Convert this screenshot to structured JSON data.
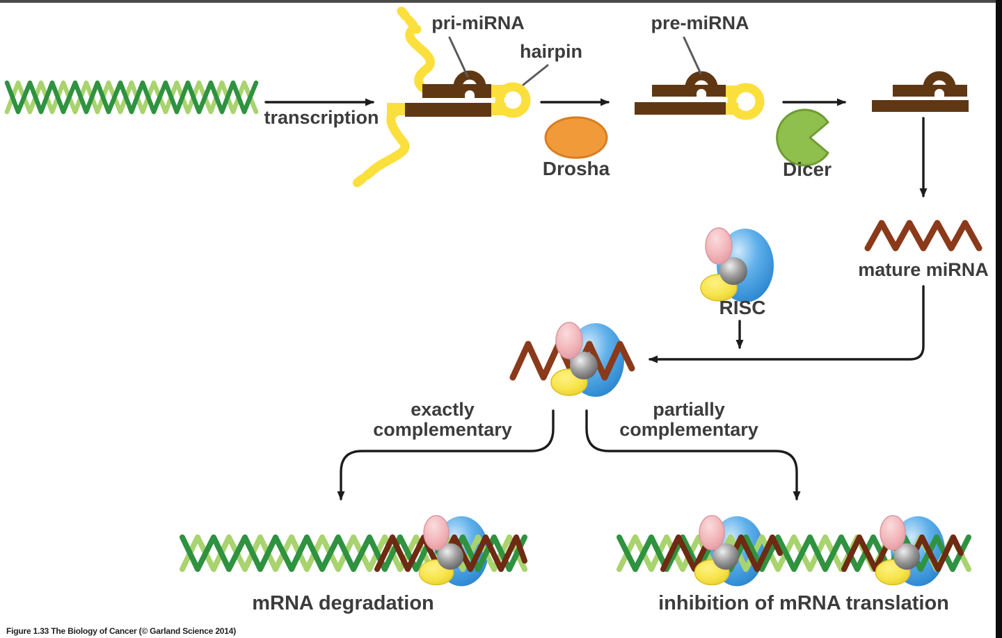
{
  "caption": "Figure 1.33 The Biology of Cancer (© Garland Science 2014)",
  "labels": {
    "transcription": "transcription",
    "pri_mirna": "pri-miRNA",
    "hairpin": "hairpin",
    "pre_mirna": "pre-miRNA",
    "drosha": "Drosha",
    "dicer": "Dicer",
    "mature_mirna": "mature miRNA",
    "risc": "RISC",
    "exactly_l1": "exactly",
    "exactly_l2": "complementary",
    "partially_l1": "partially",
    "partially_l2": "complementary",
    "mrna_degradation": "mRNA degradation",
    "inhibition": "inhibition of mRNA translation"
  },
  "colors": {
    "background": "#ffffff",
    "frame_dark": "#0d0d0d",
    "top_bar_gray": "#4a4a4a",
    "text_gray": "#3c3c3c",
    "arrow_black": "#1c1c1c",
    "pointer_gray": "#5a5a5a",
    "dna_green_dark": "#2f9240",
    "dna_green_light": "#a9d36e",
    "rna_yellow": "#fbdf3d",
    "mirna_brown": "#5f3813",
    "mature_mirna_rust": "#8a3a1a",
    "bound_mirna_brown": "#6e2a12",
    "drosha_orange": "#f09a3a",
    "drosha_orange_dark": "#d87d20",
    "dicer_green": "#8fbf4d",
    "dicer_green_dark": "#6f9c33",
    "risc_blue": "#3e97dd",
    "risc_pink": "#f3bcbf",
    "risc_pink_dark": "#d9939a",
    "risc_gray": "#8d8d8d",
    "risc_yellow": "#f7e44b",
    "risc_yellow_dark": "#dcc32a"
  }
}
